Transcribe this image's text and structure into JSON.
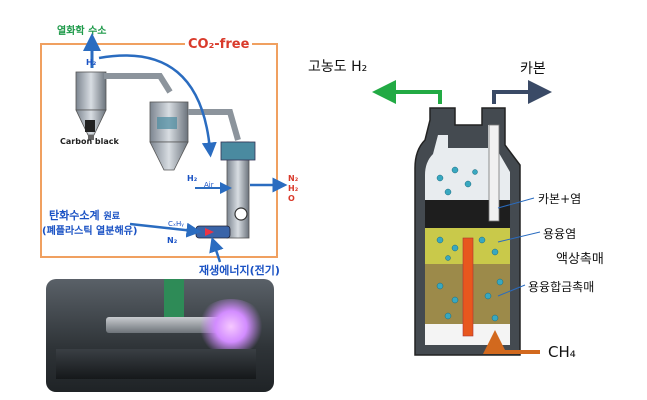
{
  "left_panel": {
    "frame_title": "CO₂-free",
    "hydrogen_out_label": "열화학 수소",
    "h2_top_label": "H₂",
    "carbon_black_label": "Carbon black",
    "h2_mid_label": "H₂",
    "air_label": "Air",
    "outputs_label": [
      "N₂",
      "H₂",
      "O"
    ],
    "feed_label_line1": "탄화수소계",
    "feed_label_small": "원료",
    "feed_label_line2": "(폐플라스틱 열분해유)",
    "cxhy_label": "CₓHᵧ",
    "n2_label": "N₂",
    "energy_label": "재생에너지(전기)"
  },
  "right_panel": {
    "h2_out_label": "고농도 H₂",
    "carbon_out_label": "카본",
    "layer_labels": [
      "카본+염",
      "용융염",
      "액상촉매",
      "용융합금촉매"
    ],
    "feed_label": "CH₄",
    "colors": {
      "h2_arrow": "#22aa44",
      "carbon_arrow": "#3a4a66",
      "feed_arrow": "#d2691e",
      "tube": "#e8571e",
      "salt_layer": "#c9c94a",
      "alloy_layer": "#9c8a4a"
    }
  }
}
